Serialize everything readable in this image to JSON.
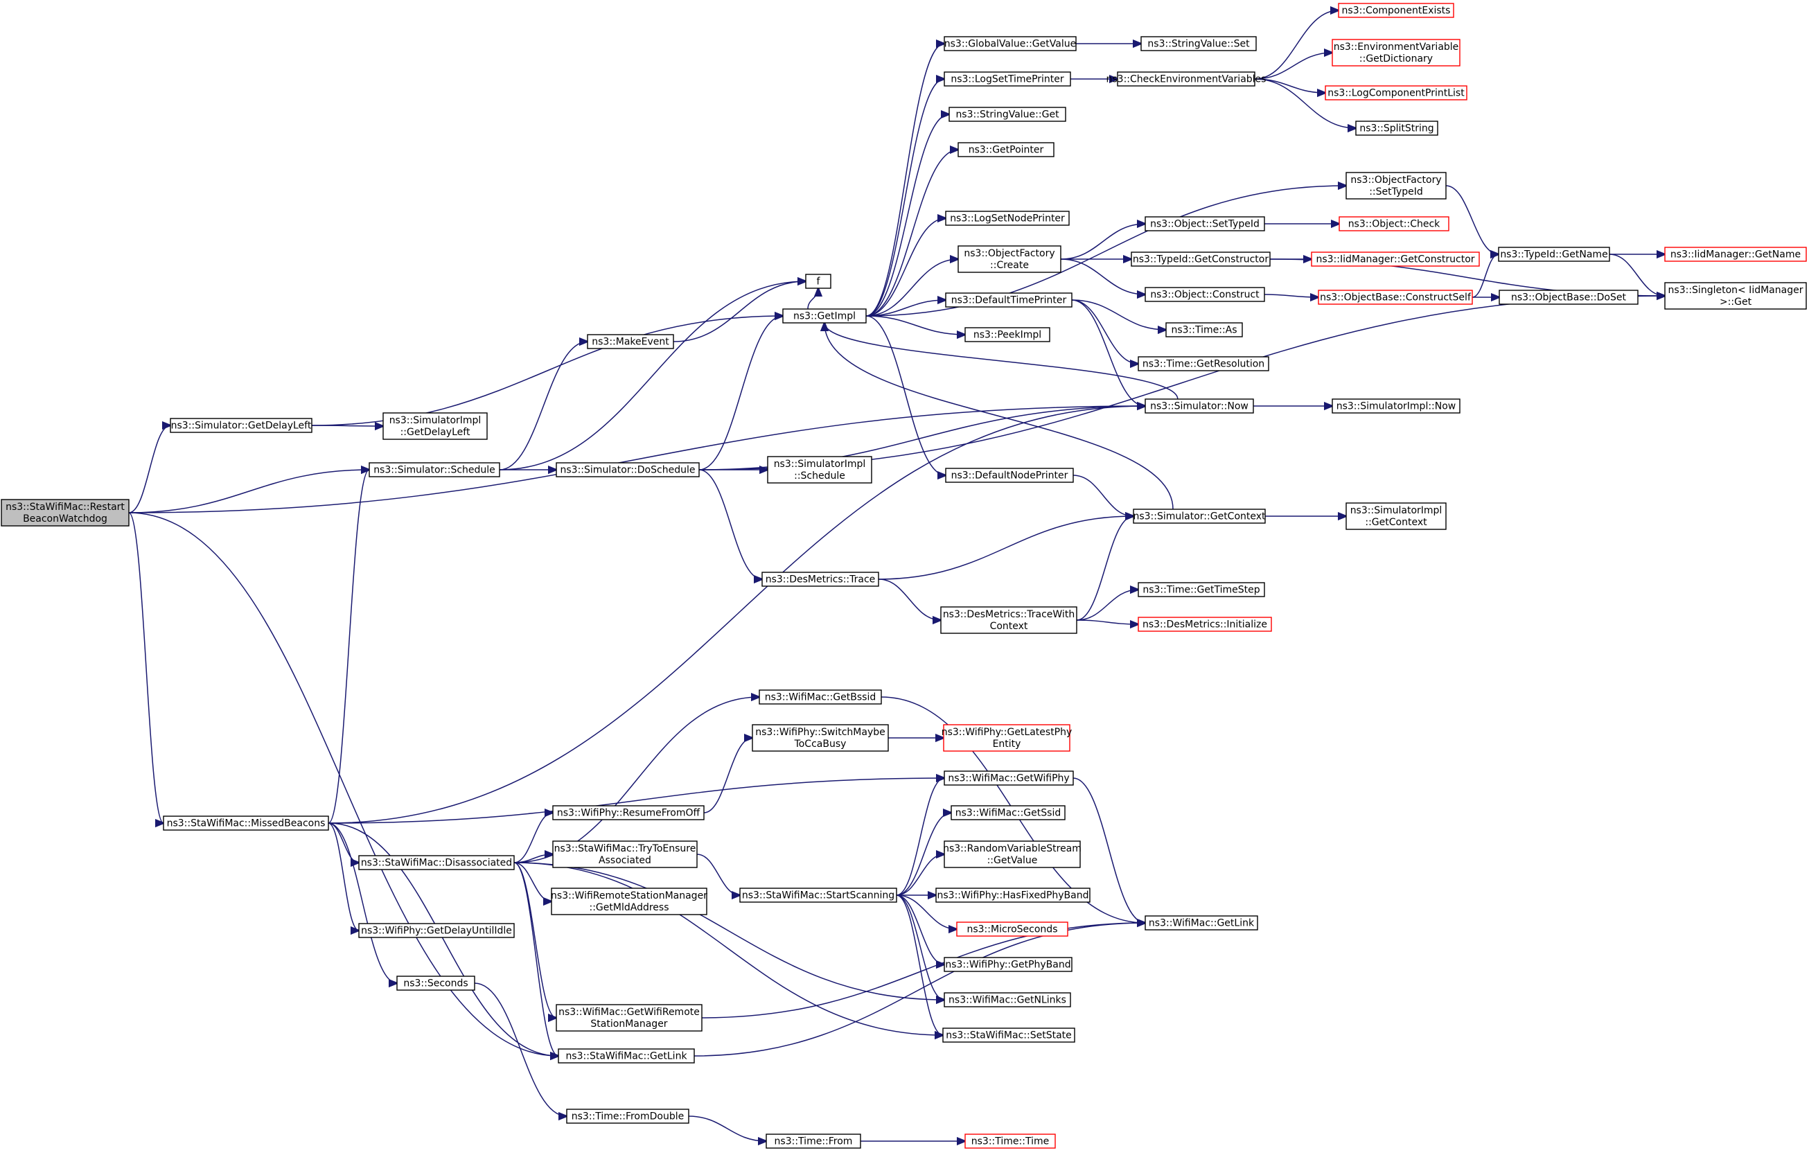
{
  "nodes": [
    {
      "id": "root",
      "lines": [
        "ns3::StaWifiMac::Restart",
        "BeaconWatchdog"
      ],
      "style": "root"
    },
    {
      "id": "getDelayLeft",
      "lines": [
        "ns3::Simulator::GetDelayLeft"
      ],
      "style": "normal"
    },
    {
      "id": "implGetDelayLeft",
      "lines": [
        "ns3::SimulatorImpl",
        "::GetDelayLeft"
      ],
      "style": "normal"
    },
    {
      "id": "schedule",
      "lines": [
        "ns3::Simulator::Schedule"
      ],
      "style": "normal"
    },
    {
      "id": "makeEvent",
      "lines": [
        "ns3::MakeEvent"
      ],
      "style": "normal"
    },
    {
      "id": "f",
      "lines": [
        "f"
      ],
      "style": "normal"
    },
    {
      "id": "doSchedule",
      "lines": [
        "ns3::Simulator::DoSchedule"
      ],
      "style": "normal"
    },
    {
      "id": "implSchedule",
      "lines": [
        "ns3::SimulatorImpl",
        "::Schedule"
      ],
      "style": "normal"
    },
    {
      "id": "getImpl",
      "lines": [
        "ns3::GetImpl"
      ],
      "style": "normal"
    },
    {
      "id": "gvGetValue",
      "lines": [
        "ns3::GlobalValue::GetValue"
      ],
      "style": "normal"
    },
    {
      "id": "svSet",
      "lines": [
        "ns3::StringValue::Set"
      ],
      "style": "normal"
    },
    {
      "id": "logSetTimePrinter",
      "lines": [
        "ns3::LogSetTimePrinter"
      ],
      "style": "normal"
    },
    {
      "id": "checkEnv",
      "lines": [
        "ns3::CheckEnvironmentVariables"
      ],
      "style": "normal"
    },
    {
      "id": "componentExists",
      "lines": [
        "ns3::ComponentExists"
      ],
      "style": "red"
    },
    {
      "id": "envGetDict",
      "lines": [
        "ns3::EnvironmentVariable",
        "::GetDictionary"
      ],
      "style": "red"
    },
    {
      "id": "logCompPrintList",
      "lines": [
        "ns3::LogComponentPrintList"
      ],
      "style": "red"
    },
    {
      "id": "splitString",
      "lines": [
        "ns3::SplitString"
      ],
      "style": "normal"
    },
    {
      "id": "svGet",
      "lines": [
        "ns3::StringValue::Get"
      ],
      "style": "normal"
    },
    {
      "id": "getPointer",
      "lines": [
        "ns3::GetPointer"
      ],
      "style": "normal"
    },
    {
      "id": "ofSetTypeId",
      "lines": [
        "ns3::ObjectFactory",
        "::SetTypeId"
      ],
      "style": "normal"
    },
    {
      "id": "logSetNodePrinter",
      "lines": [
        "ns3::LogSetNodePrinter"
      ],
      "style": "normal"
    },
    {
      "id": "ofCreate",
      "lines": [
        "ns3::ObjectFactory",
        "::Create"
      ],
      "style": "normal"
    },
    {
      "id": "objSetTypeId",
      "lines": [
        "ns3::Object::SetTypeId"
      ],
      "style": "normal"
    },
    {
      "id": "objCheck",
      "lines": [
        "ns3::Object::Check"
      ],
      "style": "red"
    },
    {
      "id": "typeIdGetCtor",
      "lines": [
        "ns3::TypeId::GetConstructor"
      ],
      "style": "normal"
    },
    {
      "id": "iidGetCtor",
      "lines": [
        "ns3::IidManager::GetConstructor"
      ],
      "style": "red"
    },
    {
      "id": "objConstruct",
      "lines": [
        "ns3::Object::Construct"
      ],
      "style": "normal"
    },
    {
      "id": "obConstructSelf",
      "lines": [
        "ns3::ObjectBase::ConstructSelf"
      ],
      "style": "red"
    },
    {
      "id": "obDoSet",
      "lines": [
        "ns3::ObjectBase::DoSet"
      ],
      "style": "normal"
    },
    {
      "id": "typeIdGetName",
      "lines": [
        "ns3::TypeId::GetName"
      ],
      "style": "normal"
    },
    {
      "id": "iidGetName",
      "lines": [
        "ns3::IidManager::GetName"
      ],
      "style": "red"
    },
    {
      "id": "singletonGet",
      "lines": [
        "ns3::Singleton< IidManager",
        " >::Get"
      ],
      "style": "normal"
    },
    {
      "id": "defaultTimePrinter",
      "lines": [
        "ns3::DefaultTimePrinter"
      ],
      "style": "normal"
    },
    {
      "id": "timeAs",
      "lines": [
        "ns3::Time::As"
      ],
      "style": "normal"
    },
    {
      "id": "timeGetRes",
      "lines": [
        "ns3::Time::GetResolution"
      ],
      "style": "normal"
    },
    {
      "id": "peekImpl",
      "lines": [
        "ns3::PeekImpl"
      ],
      "style": "normal"
    },
    {
      "id": "simNow",
      "lines": [
        "ns3::Simulator::Now"
      ],
      "style": "normal"
    },
    {
      "id": "implNow",
      "lines": [
        "ns3::SimulatorImpl::Now"
      ],
      "style": "normal"
    },
    {
      "id": "defaultNodePrinter",
      "lines": [
        "ns3::DefaultNodePrinter"
      ],
      "style": "normal"
    },
    {
      "id": "simGetContext",
      "lines": [
        "ns3::Simulator::GetContext"
      ],
      "style": "normal"
    },
    {
      "id": "implGetContext",
      "lines": [
        "ns3::SimulatorImpl",
        "::GetContext"
      ],
      "style": "normal"
    },
    {
      "id": "desTrace",
      "lines": [
        "ns3::DesMetrics::Trace"
      ],
      "style": "normal"
    },
    {
      "id": "desTraceWith",
      "lines": [
        "ns3::DesMetrics::TraceWith",
        "Context"
      ],
      "style": "normal"
    },
    {
      "id": "timeGetTimeStep",
      "lines": [
        "ns3::Time::GetTimeStep"
      ],
      "style": "normal"
    },
    {
      "id": "desInit",
      "lines": [
        "ns3::DesMetrics::Initialize"
      ],
      "style": "red"
    },
    {
      "id": "wmGetBssid",
      "lines": [
        "ns3::WifiMac::GetBssid"
      ],
      "style": "normal"
    },
    {
      "id": "wpSwitchMaybe",
      "lines": [
        "ns3::WifiPhy::SwitchMaybe",
        "ToCcaBusy"
      ],
      "style": "normal"
    },
    {
      "id": "wpGetLatestPhy",
      "lines": [
        "ns3::WifiPhy::GetLatestPhy",
        "Entity"
      ],
      "style": "red"
    },
    {
      "id": "wmGetWifiPhy",
      "lines": [
        "ns3::WifiMac::GetWifiPhy"
      ],
      "style": "normal"
    },
    {
      "id": "missedBeacons",
      "lines": [
        "ns3::StaWifiMac::MissedBeacons"
      ],
      "style": "normal"
    },
    {
      "id": "wpResumeFromOff",
      "lines": [
        "ns3::WifiPhy::ResumeFromOff"
      ],
      "style": "normal"
    },
    {
      "id": "wmGetSsid",
      "lines": [
        "ns3::WifiMac::GetSsid"
      ],
      "style": "normal"
    },
    {
      "id": "disassociated",
      "lines": [
        "ns3::StaWifiMac::Disassociated"
      ],
      "style": "normal"
    },
    {
      "id": "tryToEnsure",
      "lines": [
        "ns3::StaWifiMac::TryToEnsure",
        "Associated"
      ],
      "style": "normal"
    },
    {
      "id": "rvsGetValue",
      "lines": [
        "ns3::RandomVariableStream",
        "::GetValue"
      ],
      "style": "normal"
    },
    {
      "id": "wrsmGetMld",
      "lines": [
        "ns3::WifiRemoteStationManager",
        "::GetMldAddress"
      ],
      "style": "normal"
    },
    {
      "id": "startScanning",
      "lines": [
        "ns3::StaWifiMac::StartScanning"
      ],
      "style": "normal"
    },
    {
      "id": "wpHasFixed",
      "lines": [
        "ns3::WifiPhy::HasFixedPhyBand"
      ],
      "style": "normal"
    },
    {
      "id": "microSeconds",
      "lines": [
        "ns3::MicroSeconds"
      ],
      "style": "red"
    },
    {
      "id": "wmGetLink",
      "lines": [
        "ns3::WifiMac::GetLink"
      ],
      "style": "normal"
    },
    {
      "id": "wpGetDelayUntilIdle",
      "lines": [
        "ns3::WifiPhy::GetDelayUntilIdle"
      ],
      "style": "normal"
    },
    {
      "id": "wpGetPhyBand",
      "lines": [
        "ns3::WifiPhy::GetPhyBand"
      ],
      "style": "normal"
    },
    {
      "id": "seconds",
      "lines": [
        "ns3::Seconds"
      ],
      "style": "normal"
    },
    {
      "id": "wmGetNLinks",
      "lines": [
        "ns3::WifiMac::GetNLinks"
      ],
      "style": "normal"
    },
    {
      "id": "wmGetWrsm",
      "lines": [
        "ns3::WifiMac::GetWifiRemote",
        "StationManager"
      ],
      "style": "normal"
    },
    {
      "id": "swmSetState",
      "lines": [
        "ns3::StaWifiMac::SetState"
      ],
      "style": "normal"
    },
    {
      "id": "swmGetLink",
      "lines": [
        "ns3::StaWifiMac::GetLink"
      ],
      "style": "normal"
    },
    {
      "id": "timeFromDouble",
      "lines": [
        "ns3::Time::FromDouble"
      ],
      "style": "normal"
    },
    {
      "id": "timeFrom",
      "lines": [
        "ns3::Time::From"
      ],
      "style": "normal"
    },
    {
      "id": "timeTime",
      "lines": [
        "ns3::Time::Time"
      ],
      "style": "red"
    }
  ],
  "edges": [
    [
      "root",
      "getDelayLeft"
    ],
    [
      "root",
      "schedule"
    ],
    [
      "root",
      "simNow"
    ],
    [
      "root",
      "missedBeacons"
    ],
    [
      "root",
      "swmGetLink"
    ],
    [
      "getDelayLeft",
      "getImpl"
    ],
    [
      "getDelayLeft",
      "implGetDelayLeft"
    ],
    [
      "schedule",
      "f"
    ],
    [
      "schedule",
      "makeEvent"
    ],
    [
      "schedule",
      "doSchedule"
    ],
    [
      "makeEvent",
      "f"
    ],
    [
      "doSchedule",
      "getImpl"
    ],
    [
      "doSchedule",
      "simNow"
    ],
    [
      "doSchedule",
      "implSchedule"
    ],
    [
      "doSchedule",
      "desTrace"
    ],
    [
      "doSchedule",
      "singletonGet"
    ],
    [
      "getImpl",
      "f"
    ],
    [
      "getImpl",
      "gvGetValue"
    ],
    [
      "getImpl",
      "logSetTimePrinter"
    ],
    [
      "getImpl",
      "svGet"
    ],
    [
      "getImpl",
      "getPointer"
    ],
    [
      "getImpl",
      "ofSetTypeId"
    ],
    [
      "getImpl",
      "logSetNodePrinter"
    ],
    [
      "getImpl",
      "ofCreate"
    ],
    [
      "getImpl",
      "defaultTimePrinter"
    ],
    [
      "getImpl",
      "peekImpl"
    ],
    [
      "getImpl",
      "defaultNodePrinter"
    ],
    [
      "gvGetValue",
      "svSet"
    ],
    [
      "logSetTimePrinter",
      "checkEnv"
    ],
    [
      "checkEnv",
      "componentExists"
    ],
    [
      "checkEnv",
      "envGetDict"
    ],
    [
      "checkEnv",
      "logCompPrintList"
    ],
    [
      "checkEnv",
      "splitString"
    ],
    [
      "ofSetTypeId",
      "typeIdGetName"
    ],
    [
      "ofCreate",
      "objSetTypeId"
    ],
    [
      "ofCreate",
      "typeIdGetCtor"
    ],
    [
      "ofCreate",
      "objConstruct"
    ],
    [
      "objSetTypeId",
      "objCheck"
    ],
    [
      "typeIdGetCtor",
      "iidGetCtor"
    ],
    [
      "typeIdGetCtor",
      "singletonGet"
    ],
    [
      "objConstruct",
      "obConstructSelf"
    ],
    [
      "obConstructSelf",
      "typeIdGetName"
    ],
    [
      "obConstructSelf",
      "obDoSet"
    ],
    [
      "typeIdGetName",
      "iidGetName"
    ],
    [
      "typeIdGetName",
      "singletonGet"
    ],
    [
      "defaultTimePrinter",
      "timeAs"
    ],
    [
      "defaultTimePrinter",
      "timeGetRes"
    ],
    [
      "defaultTimePrinter",
      "simNow"
    ],
    [
      "simNow",
      "getImpl"
    ],
    [
      "simNow",
      "implNow"
    ],
    [
      "defaultNodePrinter",
      "simGetContext"
    ],
    [
      "simGetContext",
      "getImpl"
    ],
    [
      "simGetContext",
      "implGetContext"
    ],
    [
      "desTrace",
      "simGetContext"
    ],
    [
      "desTrace",
      "desTraceWith"
    ],
    [
      "desTraceWith",
      "simGetContext"
    ],
    [
      "desTraceWith",
      "timeGetTimeStep"
    ],
    [
      "desTraceWith",
      "desInit"
    ],
    [
      "missedBeacons",
      "schedule"
    ],
    [
      "missedBeacons",
      "simNow"
    ],
    [
      "missedBeacons",
      "wmGetWifiPhy"
    ],
    [
      "missedBeacons",
      "disassociated"
    ],
    [
      "missedBeacons",
      "wpGetDelayUntilIdle"
    ],
    [
      "missedBeacons",
      "seconds"
    ],
    [
      "missedBeacons",
      "swmGetLink"
    ],
    [
      "disassociated",
      "wmGetBssid"
    ],
    [
      "disassociated",
      "wpResumeFromOff"
    ],
    [
      "disassociated",
      "tryToEnsure"
    ],
    [
      "disassociated",
      "wrsmGetMld"
    ],
    [
      "disassociated",
      "wmGetNLinks"
    ],
    [
      "disassociated",
      "wmGetWrsm"
    ],
    [
      "disassociated",
      "swmSetState"
    ],
    [
      "disassociated",
      "swmGetLink"
    ],
    [
      "wmGetBssid",
      "wmGetLink"
    ],
    [
      "wpResumeFromOff",
      "wpSwitchMaybe"
    ],
    [
      "wpSwitchMaybe",
      "wpGetLatestPhy"
    ],
    [
      "wmGetWifiPhy",
      "wmGetLink"
    ],
    [
      "tryToEnsure",
      "startScanning"
    ],
    [
      "startScanning",
      "wmGetWifiPhy"
    ],
    [
      "startScanning",
      "wmGetSsid"
    ],
    [
      "startScanning",
      "rvsGetValue"
    ],
    [
      "startScanning",
      "wpHasFixed"
    ],
    [
      "startScanning",
      "microSeconds"
    ],
    [
      "startScanning",
      "wpGetPhyBand"
    ],
    [
      "startScanning",
      "wmGetNLinks"
    ],
    [
      "startScanning",
      "swmSetState"
    ],
    [
      "wmGetWrsm",
      "wmGetLink"
    ],
    [
      "swmGetLink",
      "wmGetLink"
    ],
    [
      "seconds",
      "timeFromDouble"
    ],
    [
      "timeFromDouble",
      "timeFrom"
    ],
    [
      "timeFrom",
      "timeTime"
    ]
  ]
}
